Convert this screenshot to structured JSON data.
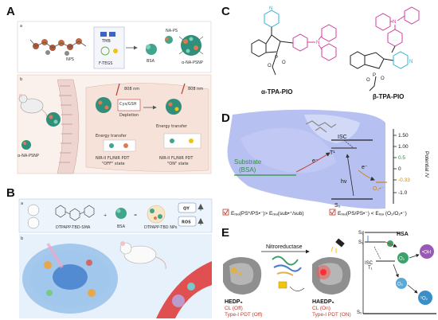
{
  "panels": {
    "a": {
      "letter": "A",
      "tags": {
        "top_left": "a",
        "mid_left": "b"
      },
      "labels": {
        "nps": "NPS",
        "tmb": "TMB",
        "tegs": "F-TEGS",
        "bsa": "BSA",
        "na_ps": "NA-PS",
        "a_na_psnp_top": "α-NA-PSNP",
        "a_na_psnp_bottom": "α-NA-PSNP",
        "nm808_1": "808 nm",
        "nm808_2": "808 nm",
        "gsh": "Cys/GSH",
        "depletion": "Depletion",
        "energy_transfer_1": "Energy transfer",
        "energy_transfer_2": "Energy transfer",
        "state_off_1": "NIR-II FL/NIR PDT",
        "state_off_2": "\"OFF\" state",
        "state_on_1": "NIR-II FL/NIR PDT",
        "state_on_2": "\"ON\" state"
      }
    },
    "b": {
      "letter": "B",
      "tags": {
        "top": "a",
        "bottom": "b"
      },
      "labels": {
        "bsa": "BSA",
        "qy": "QY",
        "ros": "ROS",
        "product": "DTPAPP-TBD-SMA",
        "nps": "DTPAPP-TBD NPs"
      }
    },
    "c": {
      "letter": "C",
      "alpha_name": "α-TPA-PIO",
      "beta_name": "β-TPA-PIO",
      "atoms": {
        "n": "N",
        "p": "P",
        "o": "O"
      }
    },
    "d": {
      "letter": "D",
      "substrate_line1": "Substrate",
      "substrate_line2": "(BSA)",
      "isc": "ISC",
      "t1": "T¹",
      "s0": "S₀",
      "hv": "hν",
      "electron": "e⁻",
      "o2_radical": "O₂•⁻",
      "axis_label": "Potential /V",
      "ticks": [
        "1.50",
        "1.00",
        "0.5",
        "0",
        "-0.33",
        "-1.0"
      ],
      "eq_left": "Eᵣₑₔ(PS*/PS•⁻)> Eᵣₑₔ(sub•⁺/sub)",
      "eq_right": "Eᵣₑₔ(PS/PS•⁻) < Eᵣₑₔ (O₂/O₂•⁻)"
    },
    "e": {
      "letter": "E",
      "enzyme": "Nitroreductase",
      "left_name": "HEDP₅",
      "left_cl": "CL (Off)",
      "left_pdt": "Type-I PDT (Off)",
      "right_name": "HAEDP₅",
      "right_cl": "CL (On)",
      "right_pdt": "Type-I PDT (ON)",
      "s1": "S₁",
      "s0_top": "S₀",
      "isc": "ISC",
      "t1": "T₁",
      "s0_bottom": "S₀",
      "hsa": "HSA",
      "o2_a": "O₂",
      "o2_b": "O₂",
      "oh": "•OH",
      "o2r": "¹O₂"
    }
  },
  "colors": {
    "pink": "#d63ea0",
    "cyan": "#2fb3d6",
    "green": "#2f8f3a",
    "orange": "#c8861a",
    "red": "#c0392b",
    "surface": "#aab6ee"
  }
}
